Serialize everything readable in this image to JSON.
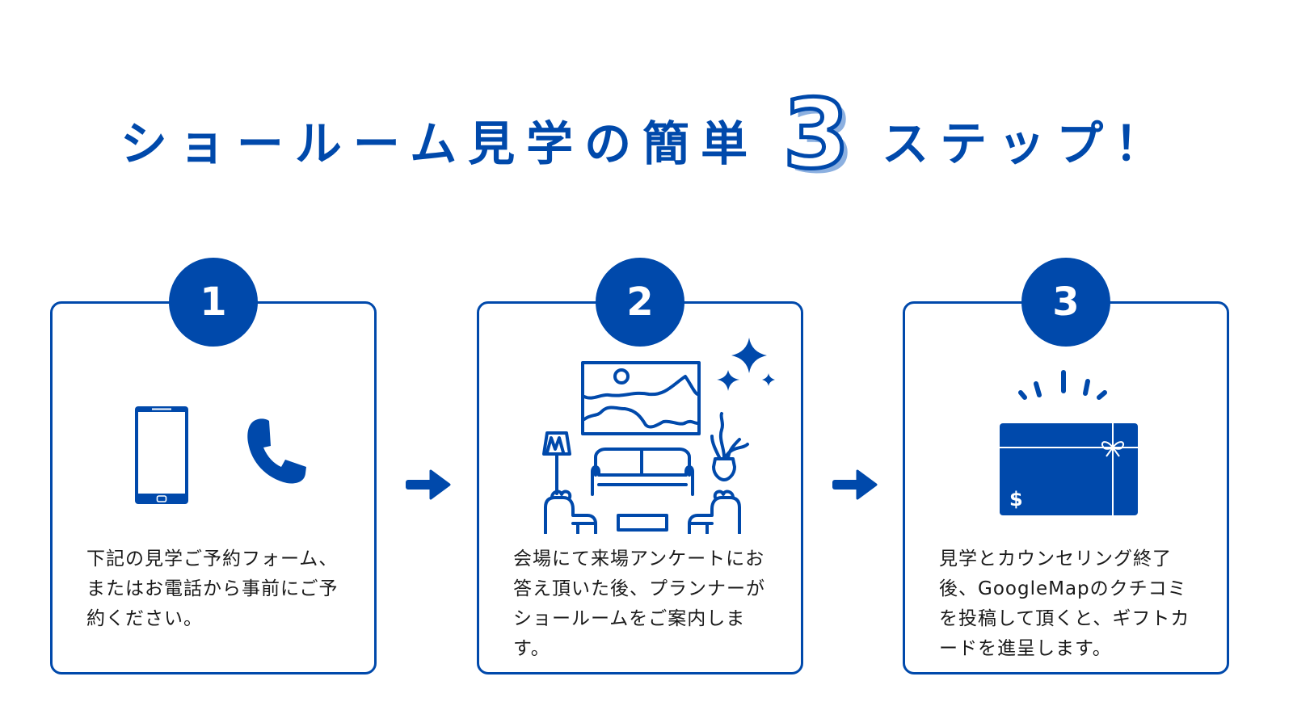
{
  "title": {
    "before": "ショールーム見学の簡単",
    "number": "3",
    "after": "ステップ！"
  },
  "colors": {
    "primary": "#0049ab",
    "shadow": "#8cb0e0",
    "text": "#1a1a1a",
    "background": "#ffffff"
  },
  "steps": [
    {
      "number": "1",
      "icons": [
        "smartphone-icon",
        "phone-handset-icon"
      ],
      "description": "下記の見学ご予約フォーム、またはお電話から事前にご予約ください。"
    },
    {
      "number": "2",
      "icons": [
        "showroom-living-room-icon",
        "sparkle-icon"
      ],
      "description": "会場にて来場アンケートにお答え頂いた後、プランナーがショールームをご案内します。"
    },
    {
      "number": "3",
      "icons": [
        "gift-card-icon"
      ],
      "gift_card_symbol": "$",
      "description": "見学とカウンセリング終了後、GoogleMapのクチコミを投稿して頂くと、ギフトカードを進呈します。"
    }
  ],
  "arrows": [
    "arrow-right-icon",
    "arrow-right-icon"
  ]
}
